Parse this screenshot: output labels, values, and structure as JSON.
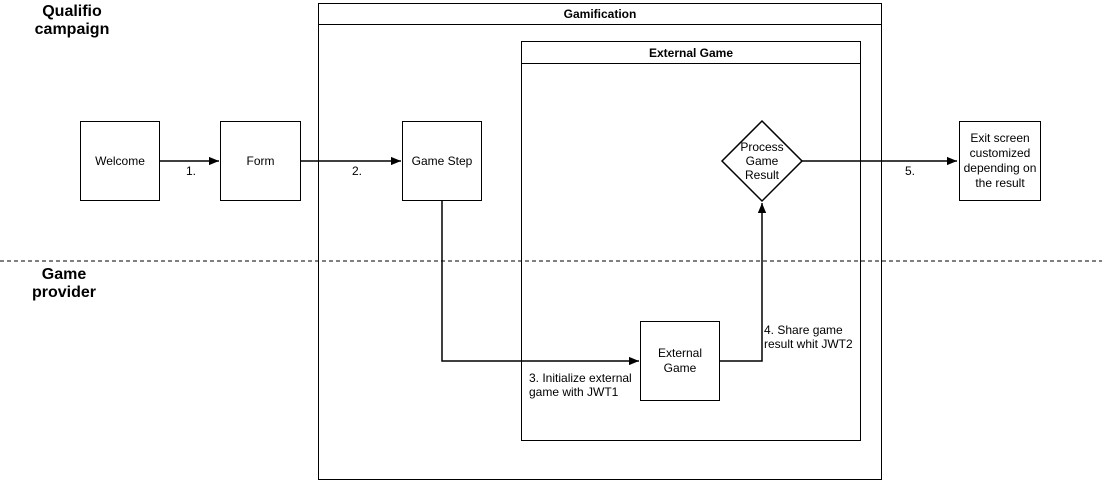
{
  "diagram": {
    "type": "swimlane-flowchart",
    "colors": {
      "stroke": "#000000",
      "text": "#000000",
      "background": "#ffffff"
    },
    "lanes": {
      "qualifio_campaign": {
        "label": "Qualifio campaign"
      },
      "game_provider": {
        "label": "Game provider"
      }
    },
    "containers": {
      "gamification": {
        "title": "Gamification"
      },
      "external_game": {
        "title": "External Game"
      }
    },
    "nodes": {
      "welcome": {
        "label": "Welcome",
        "shape": "rect",
        "lane": "qualifio_campaign"
      },
      "form": {
        "label": "Form",
        "shape": "rect",
        "lane": "qualifio_campaign"
      },
      "game_step": {
        "label": "Game Step",
        "shape": "rect",
        "lane": "qualifio_campaign"
      },
      "external_game": {
        "label": "External Game",
        "shape": "rect",
        "lane": "game_provider"
      },
      "process_game_result": {
        "label": "Process Game Result",
        "shape": "diamond",
        "lane": "qualifio_campaign"
      },
      "exit_screen": {
        "label": "Exit screen customized depending on the result",
        "shape": "rect",
        "lane": "qualifio_campaign"
      }
    },
    "edges": {
      "step_1": {
        "label": "1.",
        "from": "welcome",
        "to": "form"
      },
      "step_2": {
        "label": "2.",
        "from": "form",
        "to": "game_step"
      },
      "step_3": {
        "label": "3. Initialize external game with JWT1",
        "from": "game_step",
        "to": "external_game"
      },
      "step_4": {
        "label": "4. Share game result whit JWT2",
        "from": "external_game",
        "to": "process_game_result"
      },
      "step_5": {
        "label": "5.",
        "from": "process_game_result",
        "to": "exit_screen"
      }
    }
  }
}
